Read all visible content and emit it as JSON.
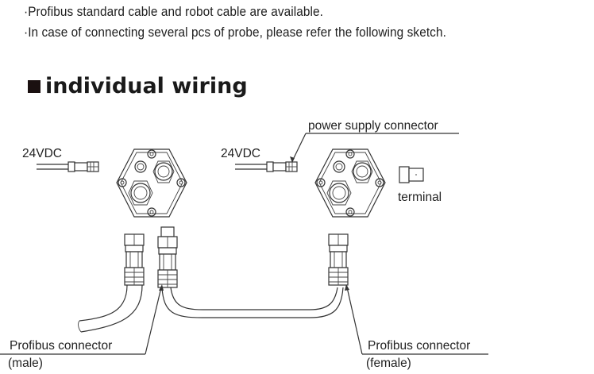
{
  "notes": [
    "·Profibus standard cable and robot cable are available.",
    "·In case of connecting several pcs of probe, please refer the following sketch."
  ],
  "heading": {
    "marker": "square-bullet",
    "title": "individual wiring"
  },
  "diagram": {
    "left_unit": {
      "power_label": "24VDC"
    },
    "right_unit": {
      "power_label": "24VDC",
      "power_connector_label": "power supply connector",
      "terminal_label": "terminal"
    },
    "callouts": {
      "male": {
        "title": "Profibus connector",
        "sub": "(male)"
      },
      "female": {
        "title": "Profibus connector",
        "sub": "(female)"
      }
    }
  }
}
